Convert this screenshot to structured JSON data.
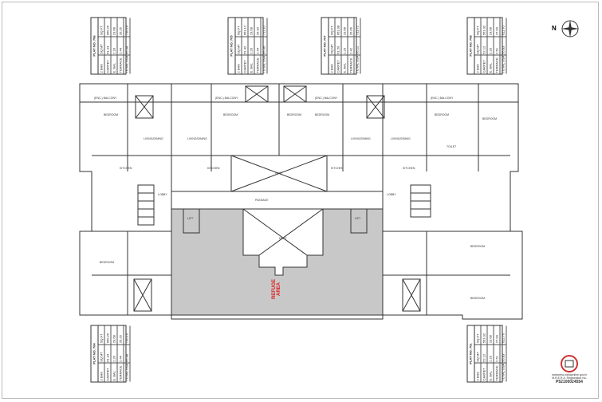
{
  "north_label": "N",
  "tables": [
    {
      "title": "PLAT NO. 706",
      "cols": [
        "2 BHK",
        "SQ.MT",
        "SQ.FT"
      ],
      "rows": [
        [
          "CARPET",
          "61.34",
          "660.26"
        ],
        [
          "E. BAL",
          "2.20",
          "23.68"
        ],
        [
          "TERRACE",
          "2.44",
          "26.26"
        ],
        [
          "TOTAL USABLE",
          "65.98",
          "710.16"
        ]
      ]
    },
    {
      "title": "PLAT NO. 705",
      "cols": [
        "2 BHK",
        "SQ.MT",
        "SQ.FT"
      ],
      "rows": [
        [
          "CARPET",
          "61.42",
          "661.12"
        ],
        [
          "E. BAL",
          "2.20",
          "23.68"
        ],
        [
          "TERRACE",
          "2.44",
          "26.30"
        ],
        [
          "TOTAL USABLE",
          "66.06",
          "711.10"
        ]
      ]
    },
    {
      "title": "PLAT NO. 707",
      "cols": [
        "2 BHK",
        "SQ.MT",
        "SQ.FT"
      ],
      "rows": [
        [
          "CARPET",
          "61.50",
          "661.98"
        ],
        [
          "E. BAL",
          "2.20",
          "23.68"
        ],
        [
          "TERRACE",
          "2.42",
          "26.06"
        ],
        [
          "TOTAL USABLE",
          "66.12",
          "711.72"
        ]
      ]
    },
    {
      "title": "PLAT NO. 708",
      "cols": [
        "2 BHK",
        "SQ.MT",
        "SQ.FT"
      ],
      "rows": [
        [
          "CARPET",
          "52.12",
          "561.02"
        ],
        [
          "E. BAL",
          "2.20",
          "23.68"
        ],
        [
          "TERRACE",
          "2.51",
          "27.00"
        ],
        [
          "TOTAL USABLE",
          "56.83",
          "611.70"
        ]
      ]
    },
    {
      "title": "PLAT NO. 704",
      "cols": [
        "2 BHK",
        "SQ.MT",
        "SQ.FT"
      ],
      "rows": [
        [
          "CARPET",
          "61.34",
          "660.26"
        ],
        [
          "E. BAL",
          "2.20",
          "23.68"
        ],
        [
          "TERRACE",
          "2.44",
          "26.26"
        ],
        [
          "TOTAL USABLE",
          "65.98",
          "710.16"
        ]
      ]
    },
    {
      "title": "PLAT NO. 701",
      "cols": [
        "2 BHK",
        "SQ.MT",
        "SQ.FT"
      ],
      "rows": [
        [
          "CARPET",
          "52.12",
          "561.02"
        ],
        [
          "E. BAL",
          "2.20",
          "23.68"
        ],
        [
          "TERRACE",
          "2.51",
          "27.00"
        ],
        [
          "TOTAL USABLE",
          "56.83",
          "612.70"
        ]
      ]
    }
  ],
  "rooms": {
    "balcony": "(ENC.) BALCONY",
    "bedroom": "BEDROOM",
    "living": "LIVING/DINING",
    "kitchen": "KITCHEN",
    "toilet": "TOILET",
    "lobby": "LOBBY",
    "lift": "LIFT",
    "passage": "PASSAGE",
    "duct": "DUCT",
    "refuge_line1": "REFUGE",
    "refuge_line2": "AREA"
  },
  "rera": {
    "line1": "maharera.mahaonline.gov.in",
    "line2": "M.R.E.R.A. Registration No.",
    "number": "P52100024554"
  },
  "colors": {
    "refuge_fill": "#c8c8c8",
    "refuge_text": "#e02020",
    "walls": "#333333"
  }
}
